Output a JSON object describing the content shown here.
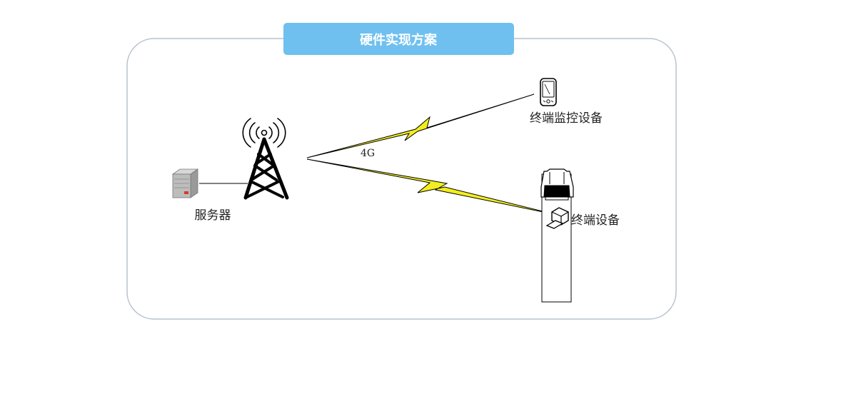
{
  "title": "硬件实现方案",
  "nodes": {
    "server": {
      "label": "服务器",
      "icon": "server-icon"
    },
    "tower": {
      "icon": "cell-tower-icon"
    },
    "monitor": {
      "label": "终端监控设备",
      "icon": "smartphone-icon"
    },
    "terminal": {
      "label": "终端设备",
      "icon": "device-icon"
    },
    "pole": {
      "icon": "pole-lamp-icon"
    }
  },
  "link_label": "4G",
  "colors": {
    "title_bg": "#6FC0EF",
    "title_text": "#FFFFFF",
    "frame_border": "#B8C1CF",
    "lightning": "#F2EE1F",
    "line": "#000000"
  }
}
